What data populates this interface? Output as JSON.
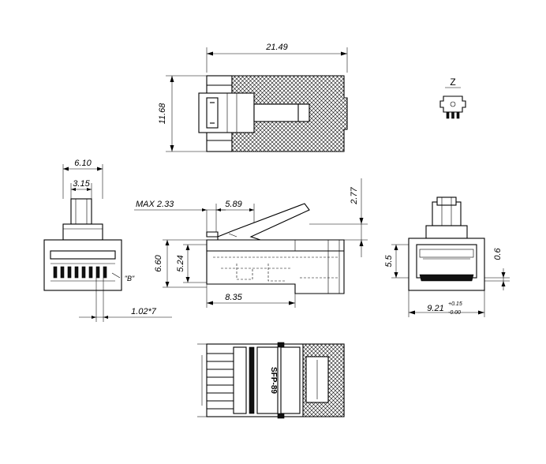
{
  "drawing": {
    "top_view": {
      "length": "21.49",
      "height": "11.68",
      "view_marker": "Z"
    },
    "front_view": {
      "width": "6.10",
      "inner": "3.15",
      "detail_label": "\"B\"",
      "pitch": "1.02*7"
    },
    "side_view": {
      "max_label": "MAX 2.33",
      "latch": "5.89",
      "top_offset": "2.77",
      "height": "6.60",
      "inner_height": "5.24",
      "depth": "8.35"
    },
    "rear_view": {
      "height": "5.5",
      "offset": "0.6",
      "width": "9.21",
      "tol_plus": "+0.15",
      "tol_minus": "-0.00"
    },
    "bottom_view": {
      "part_code": "SFP-89"
    }
  }
}
